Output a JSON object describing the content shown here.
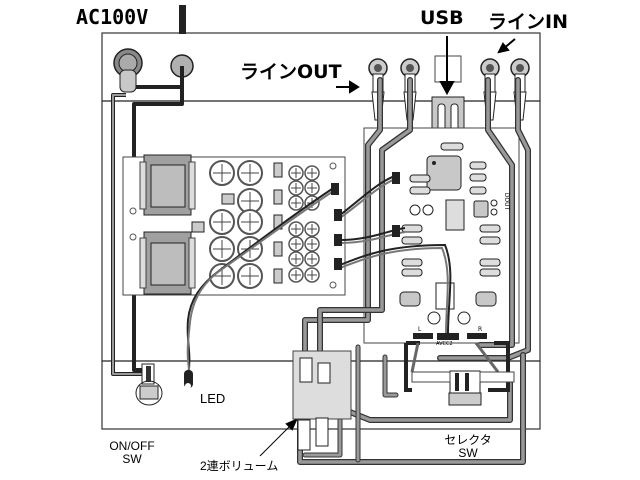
{
  "diagram": {
    "title": "Wiring diagram",
    "labels": {
      "ac_power": "AC100V",
      "line_out": "ラインOUT",
      "usb": "USB",
      "line_in": "ラインIN",
      "led": "LED",
      "on_off_sw_line1": "ON/OFF",
      "on_off_sw_line2": "SW",
      "dual_volume": "2連ボリューム",
      "selector_sw_line1": "セレクタ",
      "selector_sw_line2": "SW",
      "dout": "DOUT",
      "avcc2": "AVCC2",
      "ch_l": "L",
      "ch_r": "R"
    },
    "colors": {
      "outline": "#000000",
      "panel": "#ffffff",
      "wire_gray": "#8c8c8c",
      "wire_dark": "#3a3a3a",
      "component_fill": "#c8c8c8",
      "transformer_fill": "#a8a8a8"
    }
  }
}
